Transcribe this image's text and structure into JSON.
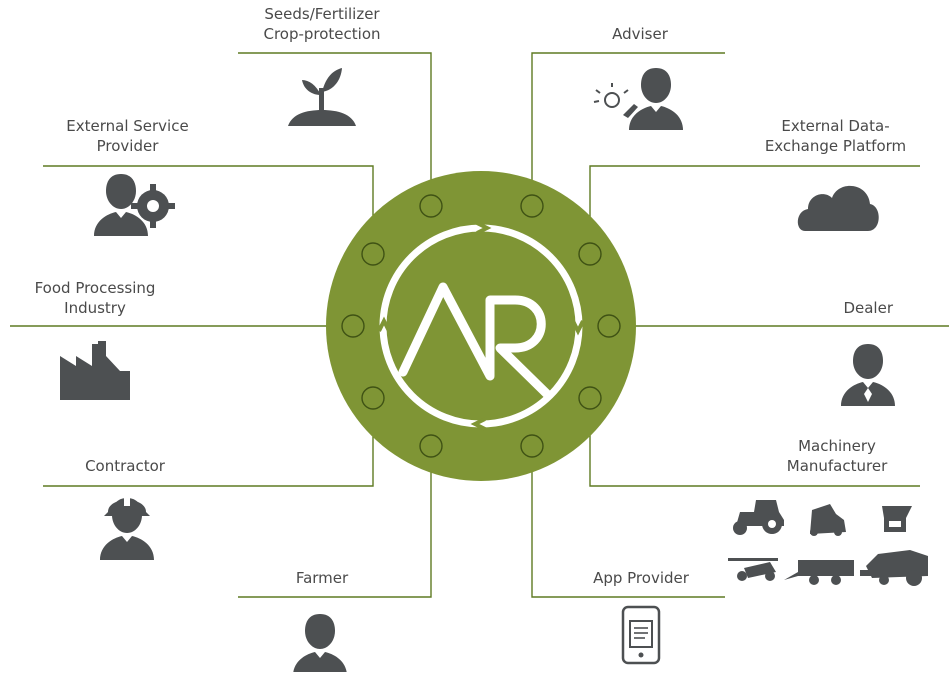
{
  "diagram": {
    "center_logo": "AR",
    "partners": {
      "seeds": "Seeds/Fertilizer",
      "seeds_2": "Crop-protection",
      "adviser": "Adviser",
      "ext_service": "External Service",
      "ext_service_2": "Provider",
      "ext_data": "External Data-",
      "ext_data_2": "Exchange Platform",
      "food": "Food Processing",
      "food_2": "Industry",
      "dealer": "Dealer",
      "contractor": "Contractor",
      "machinery": "Machinery",
      "machinery_2": "Manufacturer",
      "farmer": "Farmer",
      "app": "App Provider"
    },
    "icons": {
      "seeds": "sprout-icon",
      "adviser": "adviser-lightbulb-icon",
      "ext_service": "person-gear-icon",
      "ext_data": "cloud-icon",
      "food": "factory-icon",
      "dealer": "businessman-icon",
      "contractor": "hardhat-worker-icon",
      "machinery": "farm-machines-icons",
      "farmer": "farmer-icon",
      "app": "tablet-icon"
    },
    "colors": {
      "hub": "#7f9535",
      "line": "#5f7a22",
      "icon": "#4d5052",
      "text": "#4a4a4a"
    }
  }
}
